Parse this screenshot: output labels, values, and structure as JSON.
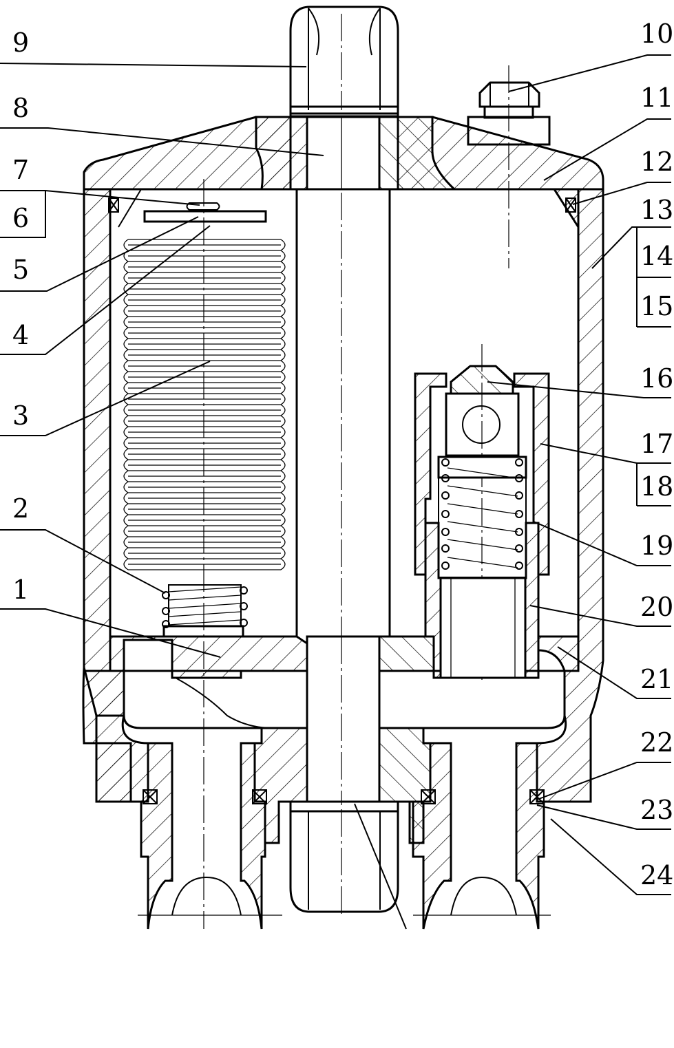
{
  "callouts": [
    {
      "id": "9",
      "text": "9"
    },
    {
      "id": "10",
      "text": "10"
    },
    {
      "id": "8",
      "text": "8"
    },
    {
      "id": "11",
      "text": "11"
    },
    {
      "id": "7",
      "text": "7"
    },
    {
      "id": "12",
      "text": "12"
    },
    {
      "id": "6",
      "text": "6"
    },
    {
      "id": "13",
      "text": "13"
    },
    {
      "id": "14",
      "text": "14"
    },
    {
      "id": "5",
      "text": "5"
    },
    {
      "id": "15",
      "text": "15"
    },
    {
      "id": "4",
      "text": "4"
    },
    {
      "id": "16",
      "text": "16"
    },
    {
      "id": "3",
      "text": "3"
    },
    {
      "id": "17",
      "text": "17"
    },
    {
      "id": "18",
      "text": "18"
    },
    {
      "id": "2",
      "text": "2"
    },
    {
      "id": "19",
      "text": "19"
    },
    {
      "id": "1",
      "text": "1"
    },
    {
      "id": "20",
      "text": "20"
    },
    {
      "id": "21",
      "text": "21"
    },
    {
      "id": "22",
      "text": "22"
    },
    {
      "id": "23",
      "text": "23"
    },
    {
      "id": "24",
      "text": "24"
    }
  ]
}
